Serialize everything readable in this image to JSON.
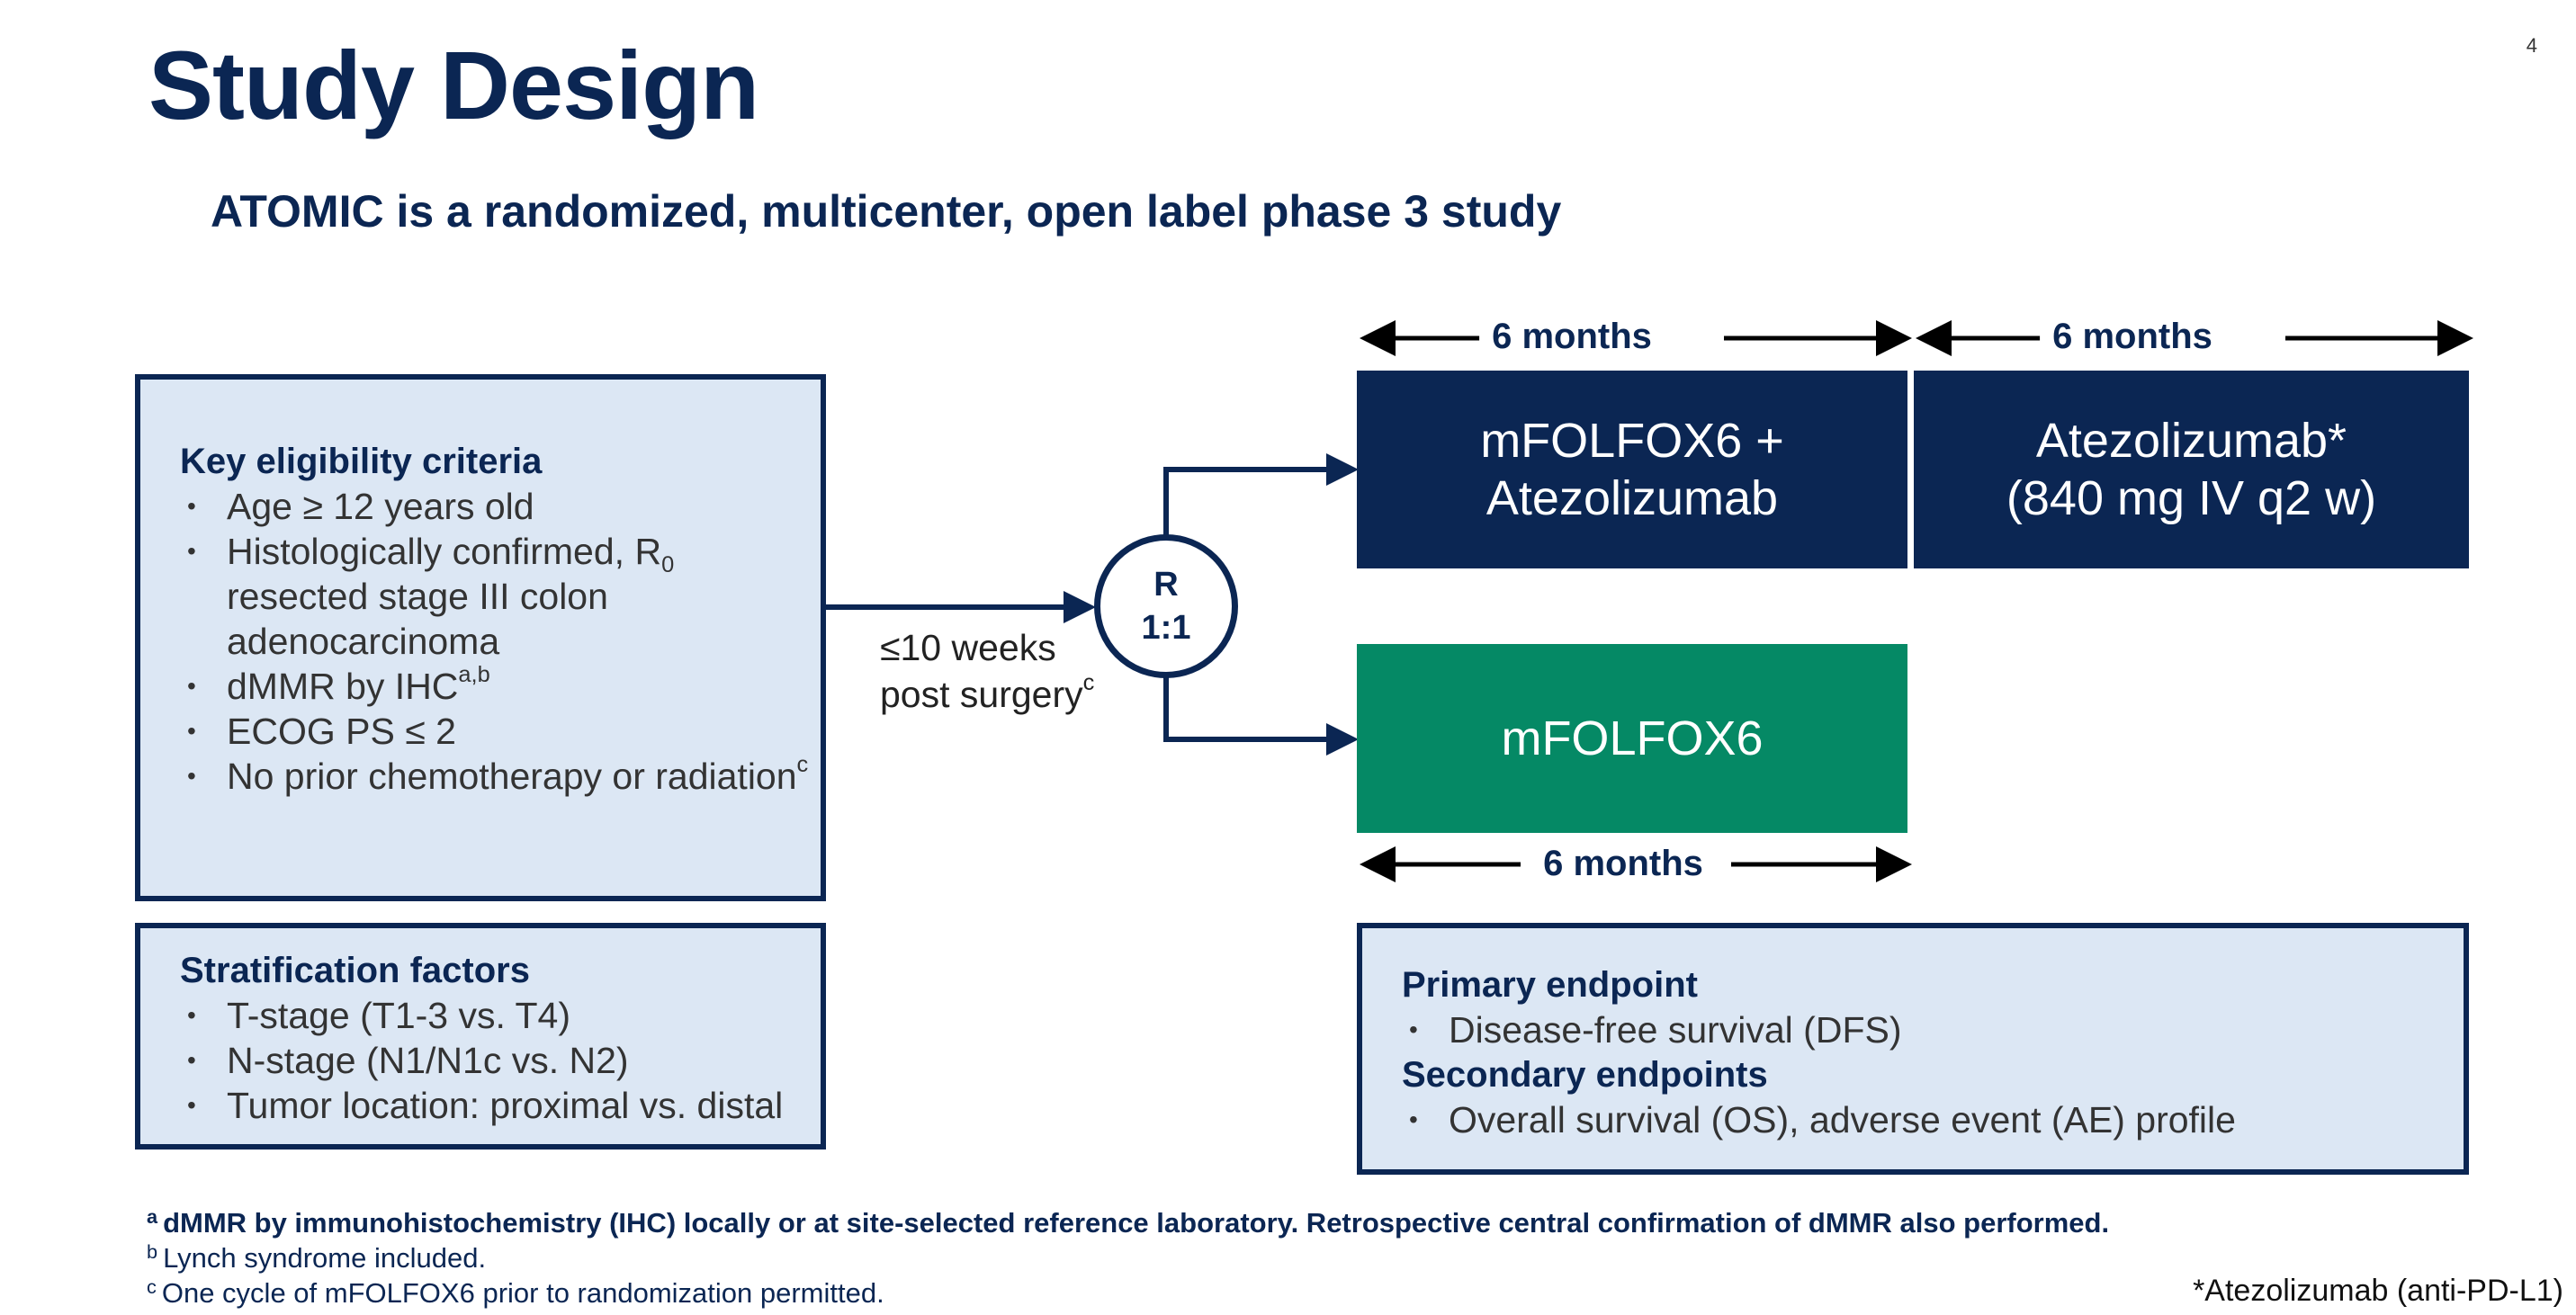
{
  "page_number": "4",
  "title": "Study Design",
  "subtitle": "ATOMIC is a randomized, multicenter, open label phase 3 study",
  "eligibility": {
    "heading": "Key eligibility criteria",
    "items": [
      {
        "text": "Age ≥ 12 years old",
        "sup": "",
        "sub": "",
        "rest": ""
      },
      {
        "text": "Histologically confirmed, R",
        "sup": "",
        "sub": "0",
        "rest": " resected stage III colon adenocarcinoma"
      },
      {
        "text": "dMMR by IHC",
        "sup": "a,b",
        "sub": "",
        "rest": ""
      },
      {
        "text": "ECOG PS ≤ 2",
        "sup": "",
        "sub": "",
        "rest": ""
      },
      {
        "text": "No prior chemotherapy or radiation",
        "sup": "c",
        "sub": "",
        "rest": ""
      }
    ]
  },
  "stratification": {
    "heading": "Stratification factors",
    "items": [
      "T-stage (T1-3 vs. T4)",
      "N-stage (N1/N1c vs. N2)",
      "Tumor location: proximal vs. distal"
    ]
  },
  "randomization": {
    "label": "R",
    "ratio": "1:1"
  },
  "timing": {
    "line1": "≤10 weeks",
    "line2": "post surgery",
    "sup": "c"
  },
  "durations": [
    "6 months",
    "6 months",
    "6 months"
  ],
  "arms": {
    "combo": {
      "line1": "mFOLFOX6 +",
      "line2": "Atezolizumab"
    },
    "maintenance": {
      "line1": "Atezolizumab*",
      "line2": "(840 mg IV q2 w)"
    },
    "control": {
      "line1": "mFOLFOX6"
    }
  },
  "endpoints": {
    "primary_heading": "Primary endpoint",
    "primary_items": [
      "Disease-free survival (DFS)"
    ],
    "secondary_heading": "Secondary endpoints",
    "secondary_items": [
      "Overall survival (OS), adverse event (AE) profile"
    ]
  },
  "footnotes": [
    {
      "mark": "a",
      "text": "dMMR by immunohistochemistry (IHC) locally or at site-selected reference laboratory. Retrospective central confirmation of dMMR also performed."
    },
    {
      "mark": "b",
      "text": "Lynch syndrome included."
    },
    {
      "mark": "c",
      "text": "One cycle of mFOLFOX6 prior to randomization permitted."
    }
  ],
  "drug_note": "*Atezolizumab (anti-PD-L1)",
  "colors": {
    "navy": "#0b2653",
    "green": "#058965",
    "panel": "#dce7f4"
  }
}
